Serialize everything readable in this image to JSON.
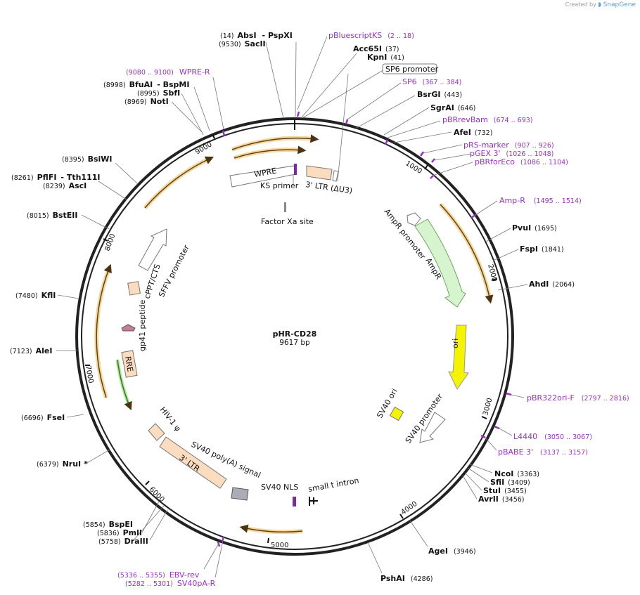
{
  "plasmid": {
    "name": "pHR-CD28",
    "length": "9617 bp"
  },
  "credit": {
    "created_by": "Created by",
    "brand": "SnapGene"
  },
  "enzymes": [
    {
      "id": "absi",
      "name": "AbsI",
      "pos": "(14)"
    },
    {
      "id": "pspxi",
      "name": "- PspXI",
      "pos": ""
    },
    {
      "id": "sacii",
      "name": "SacII",
      "pos": "(9530)"
    },
    {
      "id": "acc65i",
      "name": "Acc65I",
      "pos": "(37)"
    },
    {
      "id": "kpni",
      "name": "KpnI",
      "pos": "(41)"
    },
    {
      "id": "bsrgi",
      "name": "BsrGI",
      "pos": "(443)"
    },
    {
      "id": "sgrai",
      "name": "SgrAI",
      "pos": "(646)"
    },
    {
      "id": "afei",
      "name": "AfeI",
      "pos": "(732)"
    },
    {
      "id": "pvui",
      "name": "PvuI",
      "pos": "(1695)"
    },
    {
      "id": "fspi",
      "name": "FspI",
      "pos": "(1841)"
    },
    {
      "id": "ahdi",
      "name": "AhdI",
      "pos": "(2064)"
    },
    {
      "id": "ncoi",
      "name": "NcoI",
      "pos": "(3363)"
    },
    {
      "id": "sfii",
      "name": "SfiI",
      "pos": "(3409)"
    },
    {
      "id": "stui",
      "name": "StuI",
      "pos": "(3455)"
    },
    {
      "id": "avrii",
      "name": "AvrII",
      "pos": "(3456)"
    },
    {
      "id": "agei",
      "name": "AgeI",
      "pos": "(3946)"
    },
    {
      "id": "pshai",
      "name": "PshAI",
      "pos": "(4286)"
    },
    {
      "id": "bspei",
      "name": "BspEI",
      "pos": "(5854)"
    },
    {
      "id": "pmli",
      "name": "PmlI",
      "pos": "(5836)"
    },
    {
      "id": "draiii",
      "name": "DraIII",
      "pos": "(5758)"
    },
    {
      "id": "nrui",
      "name": "NruI *",
      "pos": "(6379)"
    },
    {
      "id": "fsei",
      "name": "FseI",
      "pos": "(6696)"
    },
    {
      "id": "alei",
      "name": "AleI",
      "pos": "(7123)"
    },
    {
      "id": "kfli",
      "name": "KflI",
      "pos": "(7480)"
    },
    {
      "id": "bsteii",
      "name": "BstEII",
      "pos": "(8015)"
    },
    {
      "id": "pflfi",
      "name": "PflFI",
      "pos": "(8261)"
    },
    {
      "id": "tth111i",
      "name": "- Tth111I",
      "pos": ""
    },
    {
      "id": "asci",
      "name": "AscI",
      "pos": "(8239)"
    },
    {
      "id": "bsiwi",
      "name": "BsiWI",
      "pos": "(8395)"
    },
    {
      "id": "noti",
      "name": "NotI",
      "pos": "(8969)"
    },
    {
      "id": "sbfi",
      "name": "SbfI",
      "pos": "(8995)"
    },
    {
      "id": "bfuai",
      "name": "BfuAI",
      "pos": "(8998)"
    },
    {
      "id": "bspmi",
      "name": "- BspMI",
      "pos": ""
    }
  ],
  "primers": [
    {
      "id": "pbluescriptks",
      "name": "pBluescriptKS",
      "pos": "(2 .. 18)"
    },
    {
      "id": "sp6",
      "name": "SP6",
      "pos": "(367 .. 384)"
    },
    {
      "id": "pbrrevbam",
      "name": "pBRrevBam",
      "pos": "(674 .. 693)"
    },
    {
      "id": "prsmarker",
      "name": "pRS-marker",
      "pos": "(907 .. 926)"
    },
    {
      "id": "pgex3",
      "name": "pGEX 3'",
      "pos": "(1026 .. 1048)"
    },
    {
      "id": "pbrforeco",
      "name": "pBRforEco",
      "pos": "(1086 .. 1104)"
    },
    {
      "id": "ampr",
      "name": "Amp-R",
      "pos": "(1495 .. 1514)"
    },
    {
      "id": "pbr322ori",
      "name": "pBR322ori-F",
      "pos": "(2797 .. 2816)"
    },
    {
      "id": "l4440",
      "name": "L4440",
      "pos": "(3050 .. 3067)"
    },
    {
      "id": "pbabe3",
      "name": "pBABE 3'",
      "pos": "(3137 .. 3157)"
    },
    {
      "id": "ebvrev",
      "name": "EBV-rev",
      "pos": "(5336 .. 5355)"
    },
    {
      "id": "sv40par",
      "name": "SV40pA-R",
      "pos": "(5282 .. 5301)"
    },
    {
      "id": "wprer",
      "name": "WPRE-R",
      "pos": "(9080 .. 9100)"
    }
  ],
  "features": {
    "sp6_promoter": "SP6 promoter",
    "wpre": "WPRE",
    "ks_primer": "KS primer",
    "ltr3_du3": "3' LTR (ΔU3)",
    "factor_xa": "Factor Xa site",
    "ampr_promoter": "AmpR promoter",
    "ampr": "AmpR",
    "ori": "ori",
    "sv40_ori": "SV40 ori",
    "sv40_promoter": "SV40 promoter",
    "small_t": "small t intron",
    "sv40_nls": "SV40 NLS",
    "sv40_polya": "SV40 poly(A) signal",
    "ltr3": "3' LTR",
    "hiv_psi": "HIV-1 ψ",
    "rre": "RRE",
    "gp41": "gp41 peptide",
    "cppt": "cPPT/CTS",
    "sffv": "SFFV promoter"
  },
  "ticks": [
    "1000",
    "2000",
    "3000",
    "4000",
    "5000",
    "6000",
    "7000",
    "8000",
    "9000"
  ],
  "colors": {
    "backbone": "#222222",
    "primer": "#9b30c8",
    "orf_halo": "#f7d79c",
    "ampr_fill": "#d6f5cf",
    "ori_fill": "#f4f400",
    "ltr_fill": "#fbdcbf",
    "polya_fill": "#a9adb5"
  }
}
